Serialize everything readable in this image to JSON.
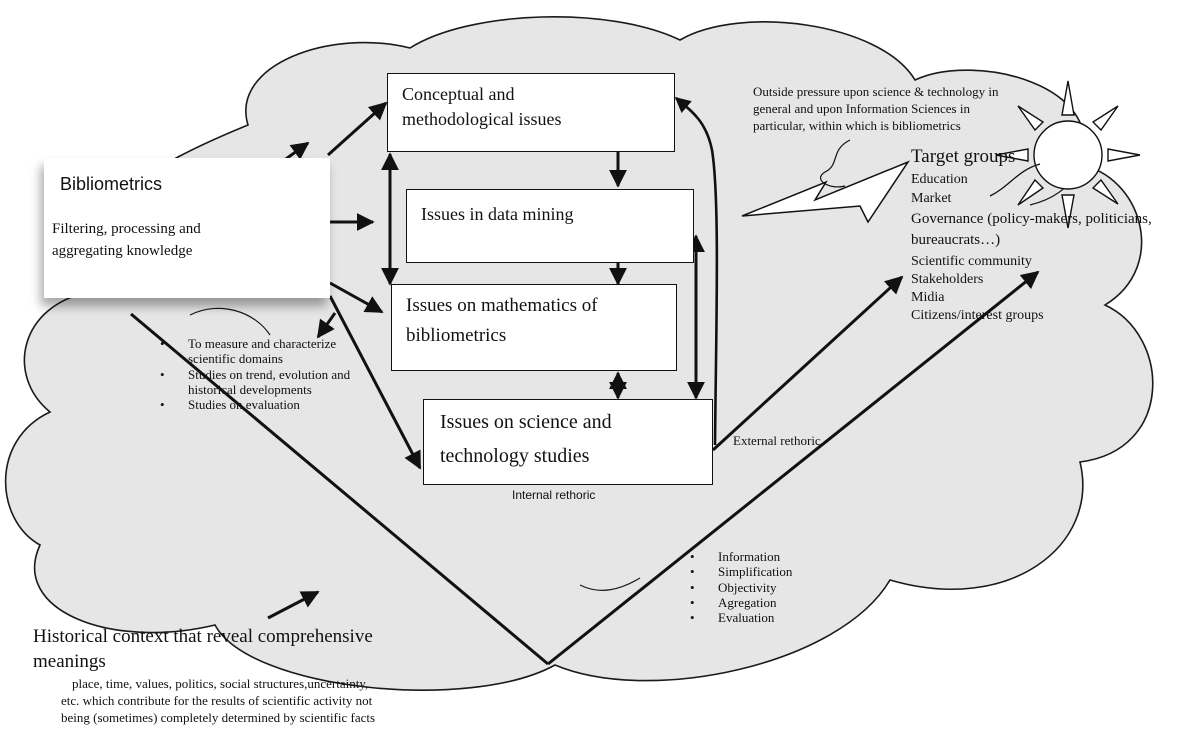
{
  "bibliometrics": {
    "title": "Bibliometrics",
    "subtitle_line1": "Filtering, processing and",
    "subtitle_line2": "aggregating knowledge"
  },
  "issues": {
    "conceptual_line1": "Conceptual  and",
    "conceptual_line2": "methodological issues",
    "data_mining": "Issues in data mining",
    "mathematics_line1": "Issues on mathematics of",
    "mathematics_line2": "bibliometrics",
    "sts_line1": "Issues on science and",
    "sts_line2": "technology studies"
  },
  "pressure": {
    "line1": "Outside pressure upon science & technology in",
    "line2": "general and upon Information Sciences in",
    "line3": "particular, within which is bibliometrics"
  },
  "target_groups": {
    "title": "Target groups",
    "items": [
      "Education",
      "Market",
      "Governance (policy-makers, politicians,",
      "bureaucrats…)",
      "Scientific community",
      "Stakeholders",
      "Midia",
      "Citizens/interest groups"
    ]
  },
  "left_bullets": [
    "To measure and characterize",
    "scientific domains",
    "Studies on trend, evolution and",
    "historical developments",
    "Studies on evaluation"
  ],
  "rhetoric": {
    "external": "External rethoric",
    "internal": "Internal rethoric"
  },
  "outcomes": [
    "Information",
    "Simplification",
    "Objectivity",
    "Agregation",
    "Evaluation"
  ],
  "historical": {
    "title_line1": "Historical context that reveal comprehensive",
    "title_line2": "meanings",
    "desc_line1": "place, time, values, politics, social structures,uncertainty,",
    "desc_line2": "etc. which contribute for the results of scientific activity not",
    "desc_line3": "being (sometimes) completely determined by scientific facts"
  },
  "colors": {
    "cloud_fill": "#e6e6e6",
    "cloud_stroke": "#1a1a1a",
    "line": "#111111"
  }
}
